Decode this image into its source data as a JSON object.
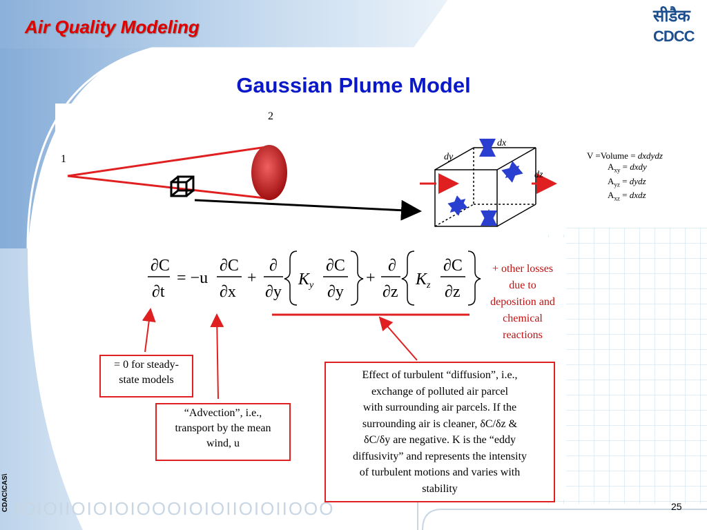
{
  "header": {
    "title": "Air Quality Modeling"
  },
  "logo": {
    "devanagari": "सीडैक",
    "latin": "CDCC"
  },
  "slide": {
    "title": "Gaussian Plume Model",
    "page_number": "25"
  },
  "footer": {
    "side_label": "CDAC\\CAS\\",
    "binary_text": "IOIOIIOIOIOIOOOIOIOIIOIOIIOOO"
  },
  "diagram": {
    "label_1": "1",
    "label_2": "2",
    "cube_labels": {
      "dx": "dx",
      "dy": "dy",
      "dz": "dz"
    },
    "volume_lines": [
      {
        "prefix": "V =Volume = ",
        "expr": "dxdydz"
      },
      {
        "prefix": "A",
        "sub": "xy",
        "mid": " = ",
        "expr": "dxdy"
      },
      {
        "prefix": "A",
        "sub": "yz",
        "mid": " = ",
        "expr": "dydz"
      },
      {
        "prefix": "A",
        "sub": "xz",
        "mid": " = ",
        "expr": "dxdz"
      }
    ]
  },
  "equation": {
    "lhs_num": "∂C",
    "lhs_den": "∂t",
    "equals": "= −u",
    "adv_num": "∂C",
    "adv_den": "∂x",
    "plus1": "+",
    "dy_num": "∂",
    "dy_den": "∂y",
    "ky": "K",
    "ky_sub": "y",
    "ky_num": "∂C",
    "ky_den": "∂y",
    "plus2": "+",
    "dz_num": "∂",
    "dz_den": "∂z",
    "kz": "K",
    "kz_sub": "z",
    "kz_num": "∂C",
    "kz_den": "∂z"
  },
  "losses": [
    "+ other losses",
    "due to",
    "deposition and",
    "chemical",
    "reactions"
  ],
  "boxes": {
    "steady": [
      "= 0 for steady-",
      "state models"
    ],
    "advection": [
      "“Advection”, i.e.,",
      "transport by the mean",
      "wind, u"
    ],
    "diffusion": [
      "Effect of turbulent “diffusion”, i.e.,",
      "exchange of polluted air parcel",
      "with surrounding air parcels.  If  the",
      "surrounding air is cleaner, δC/δz &",
      "δC/δy are negative.  K is the “eddy",
      "diffusivity” and represents the intensity",
      "of  turbulent motions and varies with",
      "stability"
    ]
  },
  "colors": {
    "title_red": "#e00000",
    "title_blue": "#0a18c8",
    "box_red": "#e02020",
    "logo_blue": "#1d4f8f"
  }
}
